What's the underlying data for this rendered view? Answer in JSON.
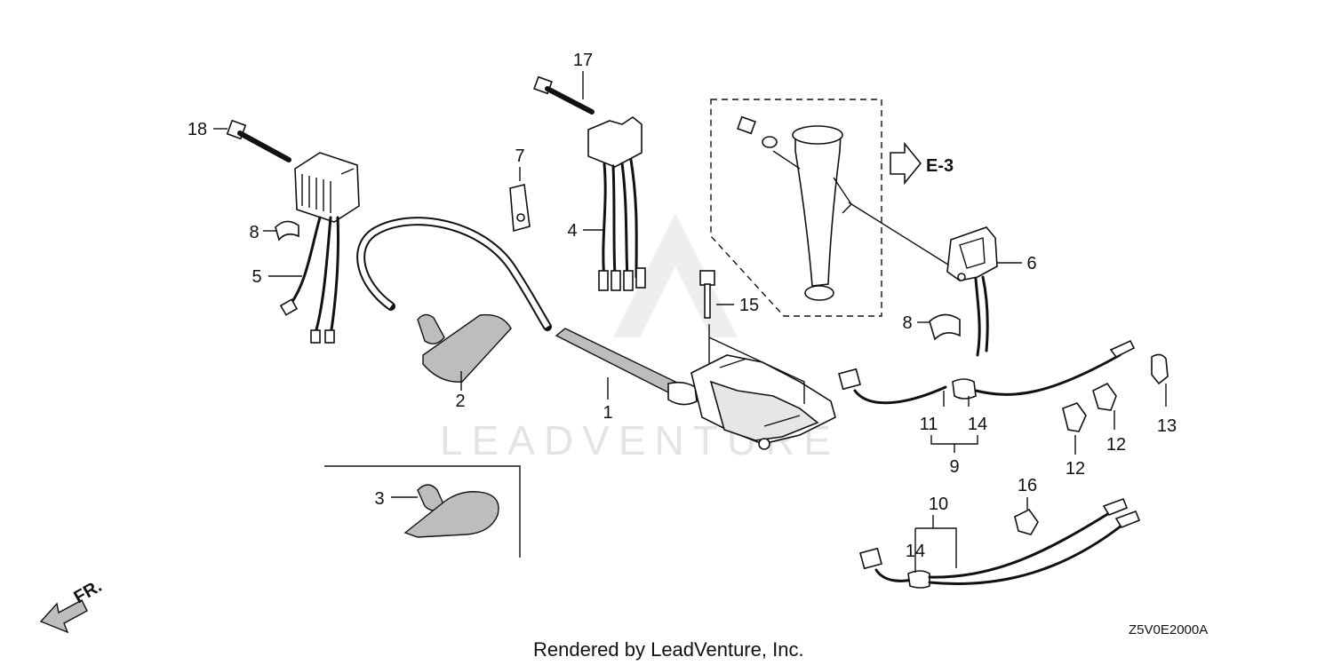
{
  "diagram_code": "Z5V0E2000A",
  "credit": "Rendered by LeadVenture, Inc.",
  "watermark": "LEADVENTURE",
  "reference": {
    "label": "E-3"
  },
  "direction": {
    "label": "FR."
  },
  "callouts": {
    "c1": "1",
    "c2": "2",
    "c3": "3",
    "c4": "4",
    "c5": "5",
    "c6": "6",
    "c7": "7",
    "c8a": "8",
    "c8b": "8",
    "c9": "9",
    "c10": "10",
    "c11": "11",
    "c12a": "12",
    "c12b": "12",
    "c13": "13",
    "c14a": "14",
    "c14b": "14",
    "c15": "15",
    "c16": "16",
    "c17": "17",
    "c18": "18"
  }
}
